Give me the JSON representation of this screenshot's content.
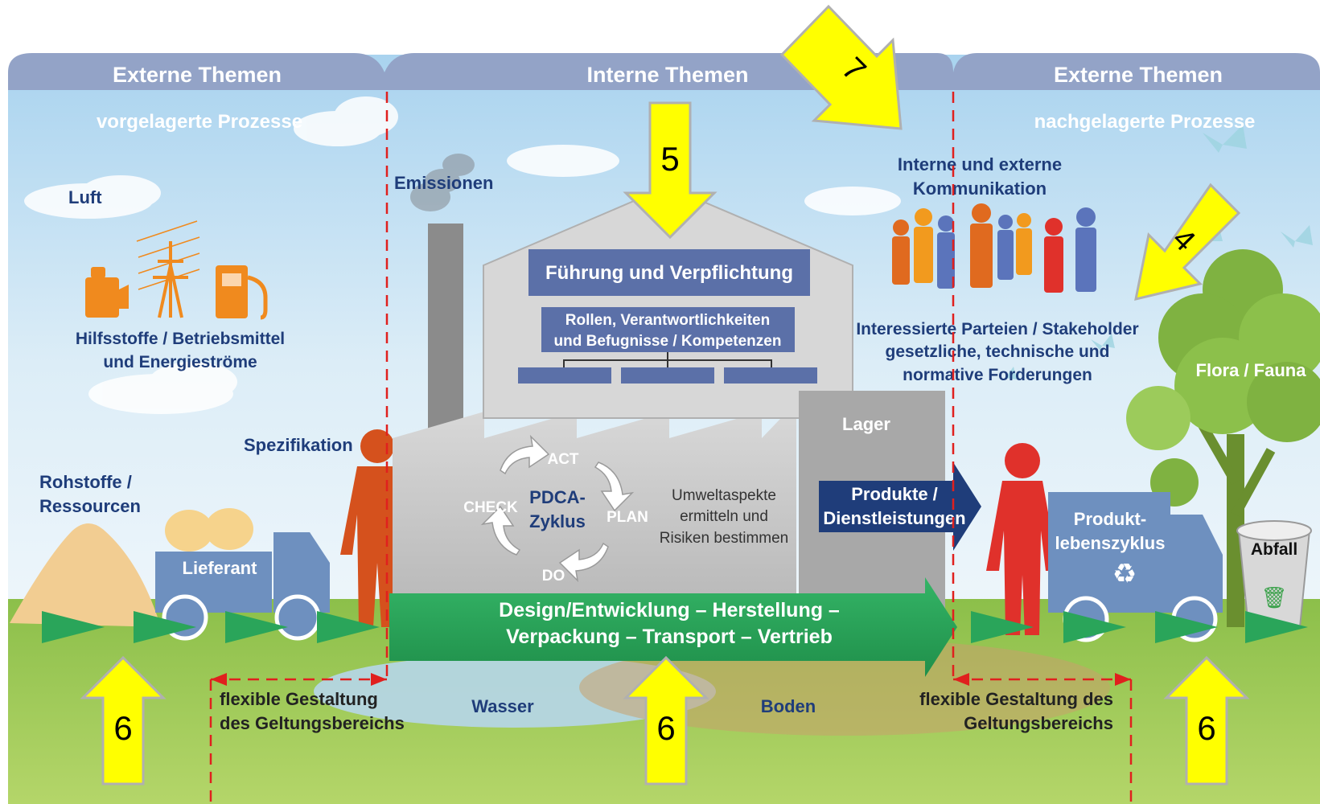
{
  "headers": {
    "left": "Externe Themen",
    "center": "Interne Themen",
    "right": "Externe Themen"
  },
  "subheaders": {
    "left": "vorgelagerte Prozesse",
    "right": "nachgelagerte Prozesse"
  },
  "labels": {
    "luft": "Luft",
    "emissionen": "Emissionen",
    "hilfsstoffe_1": "Hilfsstoffe / Betriebsmittel",
    "hilfsstoffe_2": "und Energieströme",
    "spezifikation": "Spezifikation",
    "rohstoffe_1": "Rohstoffe /",
    "rohstoffe_2": "Ressourcen",
    "lieferant": "Lieferant",
    "kommunikation_1": "Interne und externe",
    "kommunikation_2": "Kommunikation",
    "stakeholder_1": "Interessierte Parteien / Stakeholder",
    "stakeholder_2": "gesetzliche, technische und",
    "stakeholder_3": "normative Forderungen",
    "flora_fauna": "Flora / Fauna",
    "lager": "Lager",
    "produkte_1": "Produkte /",
    "produkte_2": "Dienstleistungen",
    "produkt_lebenszyklus_1": "Produkt-",
    "produkt_lebenszyklus_2": "lebenszyklus",
    "abfall": "Abfall",
    "wasser": "Wasser",
    "boden": "Boden",
    "scope_left_1": "flexible Gestaltung",
    "scope_left_2": "des Geltungsbereichs",
    "scope_right_1": "flexible Gestaltung des",
    "scope_right_2": "Geltungsbereichs"
  },
  "factory": {
    "leadership": "Führung und Verpflichtung",
    "roles_1": "Rollen, Verantwortlichkeiten",
    "roles_2": "und Befugnisse / Kompetenzen",
    "pdca_1": "PDCA-",
    "pdca_2": "Zyklus",
    "act": "ACT",
    "plan": "PLAN",
    "do": "DO",
    "check": "CHECK",
    "umwelt_1": "Umweltaspekte",
    "umwelt_2": "ermitteln und",
    "umwelt_3": "Risiken bestimmen"
  },
  "process_arrow": {
    "line_1": "Design/Entwicklung – Herstellung –",
    "line_2": "Verpackung – Transport – Vertrieb"
  },
  "callouts": [
    "7",
    "5",
    "4",
    "6",
    "6",
    "6"
  ],
  "colors": {
    "header_bar": "#93a3c7",
    "sky": "#c9e3f3",
    "ground": "#a9cc5d",
    "label_blue": "#1f3d7a",
    "process_green": "#2aa55a",
    "callout_yellow": "#ffff00",
    "scope_red": "#e0201e",
    "person_orange": "#d5511d",
    "person_red": "#e0312b",
    "truck_blue": "#6e90bf",
    "factory_gray": "#c6c6c6",
    "leadership_blue": "#5b70a8"
  }
}
